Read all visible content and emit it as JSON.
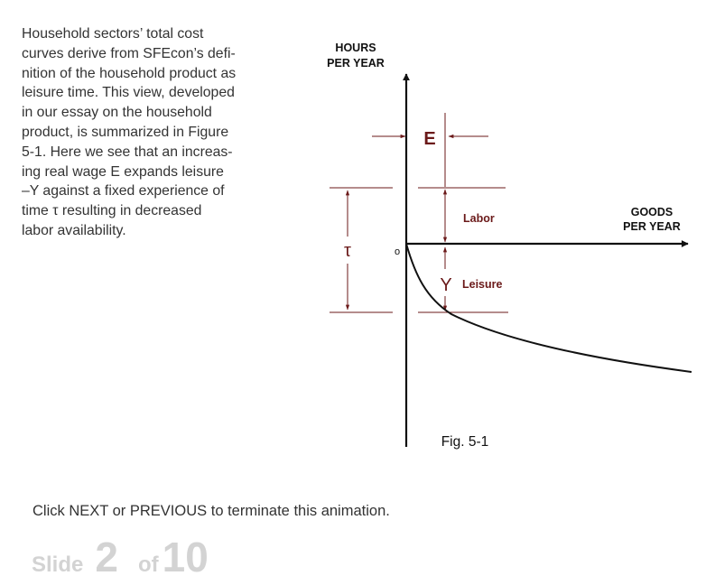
{
  "intro_text": [
    "Household sectors’ total cost",
    "curves derive from SFEcon’s defi-",
    "nition of the household product as",
    "leisure time. This view, developed",
    "in our essay on the household",
    "product, is summarized in Figure",
    "5-1. Here we see that an increas-",
    "ing real wage E expands leisure",
    "–Y against a fixed experience of",
    "time τ resulting in decreased",
    "labor availability."
  ],
  "figure": {
    "y_axis_label": [
      "HOURS",
      "PER YEAR"
    ],
    "x_axis_label": [
      "GOODS",
      "PER YEAR"
    ],
    "origin_label": "o",
    "e_label": "E",
    "tau_label": "τ",
    "y_label": "Y",
    "labor_label": "Labor",
    "leisure_label": "Leisure",
    "caption": "Fig. 5-1",
    "colors": {
      "accent": "#6b1a1a",
      "axis": "#111111"
    }
  },
  "footer": {
    "instruction": "Click NEXT or PREVIOUS to terminate this animation.",
    "slide_word": "Slide",
    "slide_number": "2",
    "of_word": "of",
    "total_slides": "10"
  }
}
